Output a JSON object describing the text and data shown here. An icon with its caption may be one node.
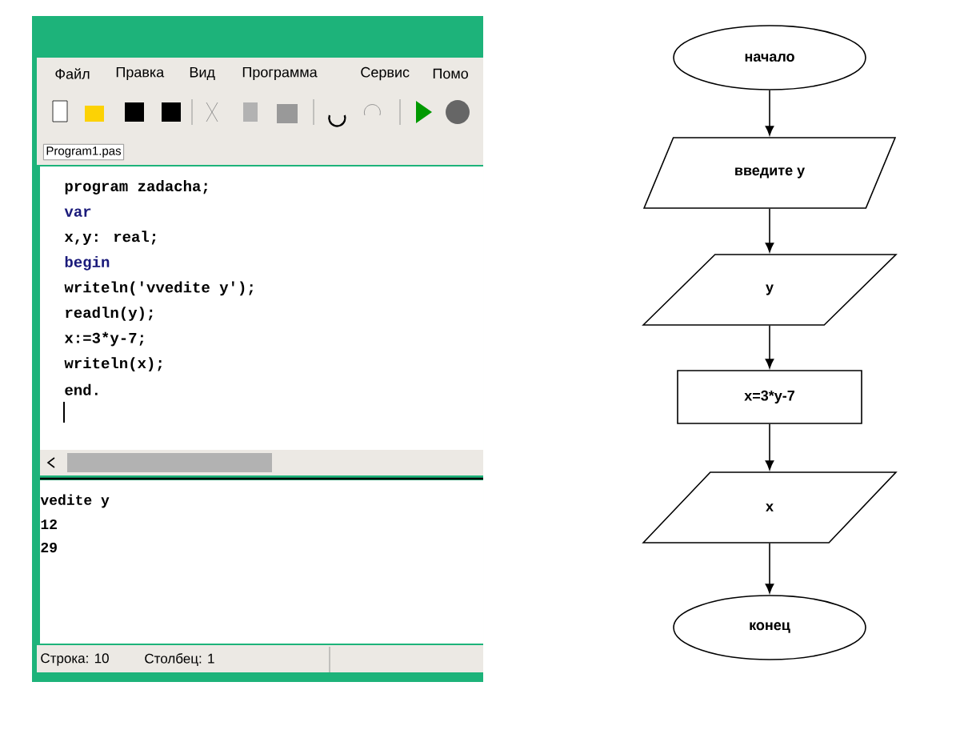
{
  "diagram": {
    "nodes": [
      {
        "text": [
          "начало"
        ]
      },
      {
        "text": [
          "введите у"
        ]
      },
      {
        "text": [
          "у"
        ]
      },
      {
        "text": [
          "x=3*y-7"
        ]
      },
      {
        "text": [
          "x"
        ]
      },
      {
        "text": [
          "конец"
        ]
      }
    ],
    "edges": [
      {
        "from": 0,
        "to": 1,
        "arrow": "to"
      },
      {
        "from": 1,
        "to": 2,
        "arrow": "to"
      },
      {
        "from": 2,
        "to": 3,
        "arrow": "to"
      },
      {
        "from": 3,
        "to": 4,
        "arrow": "to"
      },
      {
        "from": 4,
        "to": 5,
        "arrow": "to"
      }
    ],
    "labels": [
      "Файл",
      "Правка",
      "Вид",
      "Программа",
      "Сервис",
      "Помо",
      "Program1.pas",
      "program zadacha;",
      "var",
      "x,y: real;",
      "begin",
      "writeln('vvedite y');",
      "readln(y);",
      "x:=3*y-7;",
      "writeln(x);",
      "end.",
      "vedite y",
      "12",
      "29",
      "Строка: 10",
      "Столбец: 1"
    ]
  }
}
